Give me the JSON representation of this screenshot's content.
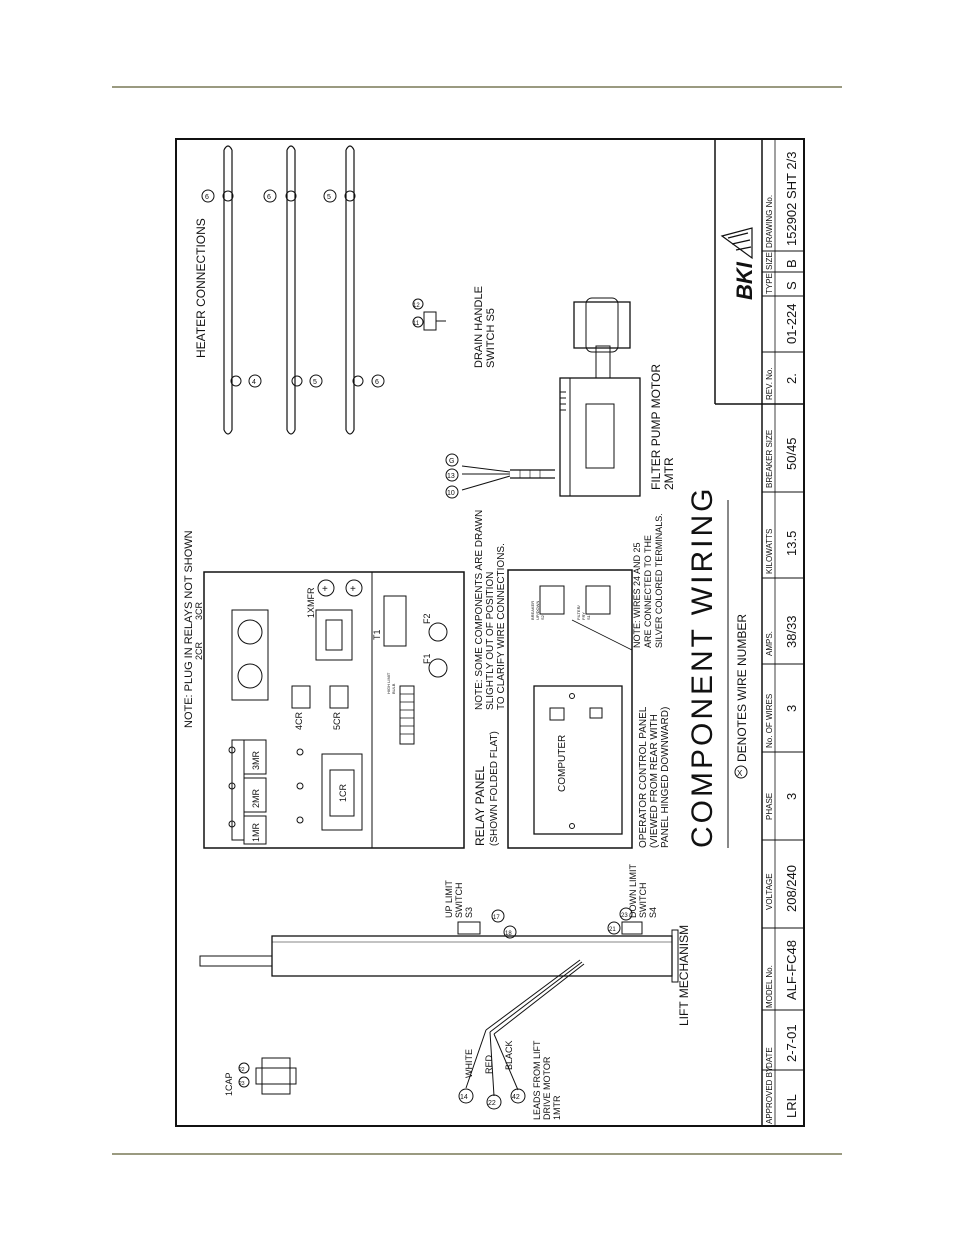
{
  "title": "COMPONENT WIRING",
  "legend": "DENOTES WIRE NUMBER",
  "legend_symbol": "X",
  "colors": {
    "rule": "#9a9a80",
    "ink": "#111111"
  },
  "notes": {
    "plug_in": "NOTE: PLUG IN RELAYS NOT SHOWN",
    "some_components": [
      "NOTE: SOME COMPONENTS ARE DRAWN",
      "SLIGHTLY OUT OF POSITION",
      "TO CLARIFY WIRE CONNECTIONS."
    ],
    "wires": [
      "NOTE: WIRES 24 AND 25",
      "ARE CONNECTED TO THE",
      "SILVER COLORED TERMINALS."
    ]
  },
  "labels": {
    "heater_connections": "HEATER CONNECTIONS",
    "drain_handle": [
      "DRAIN HANDLE",
      "SWITCH S5"
    ],
    "filter_pump": [
      "FILTER PUMP MOTOR",
      "2MTR"
    ],
    "relay_panel": [
      "RELAY PANEL",
      "(SHOWN FOLDED FLAT)"
    ],
    "operator_panel": [
      "OPERATOR CONTROL PANEL",
      "(VIEWED FROM REAR WITH",
      "PANEL HINGED DOWNWARD)"
    ],
    "computer": "COMPUTER",
    "lift_mechanism": "LIFT MECHANISM",
    "up_limit": [
      "UP LIMIT",
      "SWITCH",
      "S3"
    ],
    "down_limit": [
      "DOWN LIMIT",
      "SWITCH",
      "S4"
    ],
    "leads": [
      "LEADS FROM LIFT",
      "DRIVE MOTOR",
      "1MTR"
    ],
    "white": "WHITE",
    "red": "RED",
    "black": "BLACK",
    "cap": "1CAP",
    "breaker": [
      "BREAKER",
      "UP/DOWN",
      "S2"
    ],
    "filter_fry": [
      "FILTER/",
      "FRY",
      "S1"
    ],
    "relays": [
      "1MR",
      "2MR",
      "3MR",
      "1CR",
      "2CR",
      "3CR",
      "4CR",
      "5CR",
      "1XMFR",
      "T1",
      "F1",
      "F2"
    ],
    "high_limit": [
      "HIGH LIMIT",
      "BULB"
    ]
  },
  "wire_numbers": {
    "heater_top": [
      "6",
      "6",
      "5"
    ],
    "heater_bottom": [
      "4",
      "5",
      "6"
    ],
    "drain": [
      "11",
      "12"
    ],
    "pump": [
      "G",
      "13",
      "10"
    ],
    "lift": [
      "14",
      "22",
      "42"
    ],
    "limit": [
      "17",
      "18",
      "21",
      "23"
    ],
    "cap": [
      "23",
      "22"
    ]
  },
  "title_block": {
    "headers": [
      "APPROVED BY",
      "DATE",
      "MODEL No.",
      "VOLTAGE",
      "PHASE",
      "No. OF WIRES",
      "AMPS.",
      "KILOWATTS",
      "BREAKER SIZE",
      "REV. No.",
      "",
      "TYPE",
      "SIZE",
      "DRAWING No."
    ],
    "values": [
      "LRL",
      "2-7-01",
      "ALF-FC48",
      "208/240",
      "3",
      "3",
      "38/33",
      "13.5",
      "50/45",
      "2.",
      "01-224",
      "S",
      "B",
      "152902  SHT 2/3"
    ],
    "brand": "BKI"
  }
}
